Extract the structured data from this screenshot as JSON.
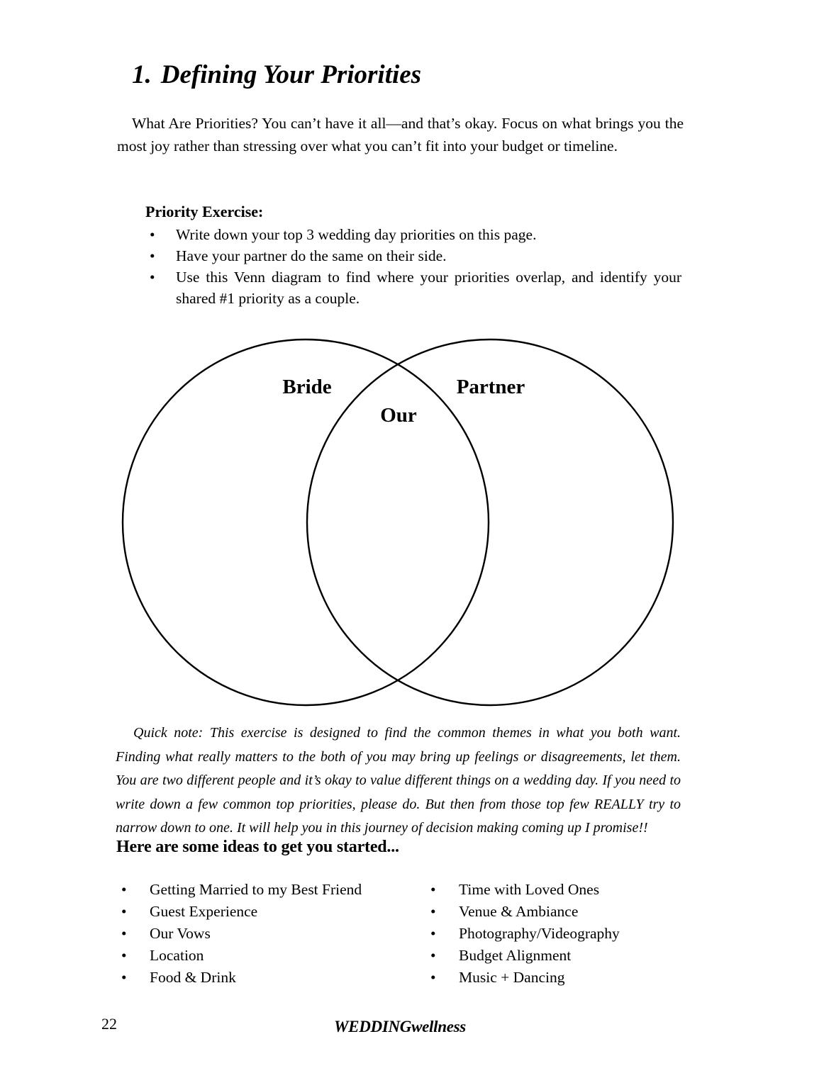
{
  "colors": {
    "ink": "#000000",
    "background": "#ffffff"
  },
  "header": {
    "title_number": "1.",
    "title_text": "Defining Your Priorities"
  },
  "intro": "What Are Priorities?  You can’t have it all—and that’s okay. Focus on what brings you the most joy rather than stressing over what you can’t fit into your budget or timeline.",
  "exercise": {
    "heading": "Priority Exercise:",
    "bullet_char": "•",
    "items": [
      "Write down your top 3 wedding day priorities on this page.",
      "Have your partner do the same on their side.",
      "Use this Venn diagram to find where your priorities overlap, and identify your shared #1 priority as a couple."
    ]
  },
  "venn": {
    "left_label": "Bride",
    "overlap_label": "Our",
    "right_label": "Partner"
  },
  "note": "Quick note: This exercise is designed to find the common themes in what you both want. Finding what really matters to the both of you may bring up feelings or disagreements, let them. You are two different people and it’s okay to value different things on a wedding day. If you need to write down a few common top priorities, please do. But then from those top few REALLY try to narrow down to one. It will help you in this journey of decision making coming up I promise!!",
  "ideas": {
    "heading": "Here are some ideas to get you started...",
    "bullet_char": "•",
    "left_items": [
      "Getting Married to my Best Friend",
      "Guest Experience",
      "Our Vows",
      "Location",
      "Food & Drink"
    ],
    "right_items": [
      "Time with Loved Ones",
      "Venue & Ambiance",
      "Photography/Videography",
      "Budget Alignment",
      "Music + Dancing"
    ]
  },
  "footer": {
    "page_number": "22",
    "brand": "WEDDINGwellness"
  }
}
